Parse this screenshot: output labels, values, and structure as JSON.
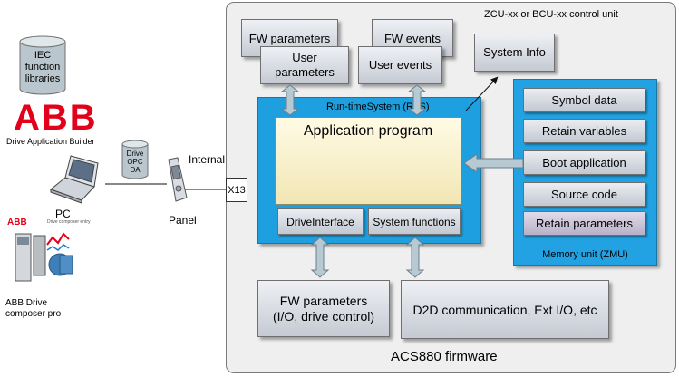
{
  "control_unit": {
    "title": "ZCU-xx or BCU-xx control unit",
    "footer": "ACS880 firmware"
  },
  "fw_parameters": "FW parameters",
  "user_parameters": [
    "User",
    "parameters"
  ],
  "fw_events": "FW events",
  "user_events": "User events",
  "system_info": "System Info",
  "rts": {
    "title": "Run-timeSystem (RTS)",
    "application_program": "Application program",
    "drive_interface": "DriveInterface",
    "system_functions": "System functions"
  },
  "memory_unit": {
    "title": "Memory unit (ZMU)",
    "items": [
      "Symbol data",
      "Retain variables",
      "Boot application",
      "Source code",
      "Retain parameters"
    ]
  },
  "fw_parameters_io": [
    "FW  parameters",
    "(I/O, drive control)"
  ],
  "d2d": "D2D communication, Ext I/O, etc",
  "left": {
    "iec_libraries": [
      "IEC",
      "function",
      "libraries"
    ],
    "abb_logo": "ABB",
    "drive_application_builder": "Drive Application Builder",
    "drive_opc": [
      "Drive",
      "OPC",
      "DA"
    ],
    "pc": "PC",
    "internal": "Internal",
    "x13": "X13",
    "panel": "Panel",
    "abb_small_logo": "ABB",
    "composer_tag": "Drive composer entry",
    "composer_name": [
      "ABB Drive",
      "composer pro"
    ]
  },
  "colors": {
    "rts_blue": "#1ea0e0",
    "memory_blue": "#22a2e2",
    "app_yellow": "#f8f2c8",
    "abb_red": "#e2001a"
  }
}
